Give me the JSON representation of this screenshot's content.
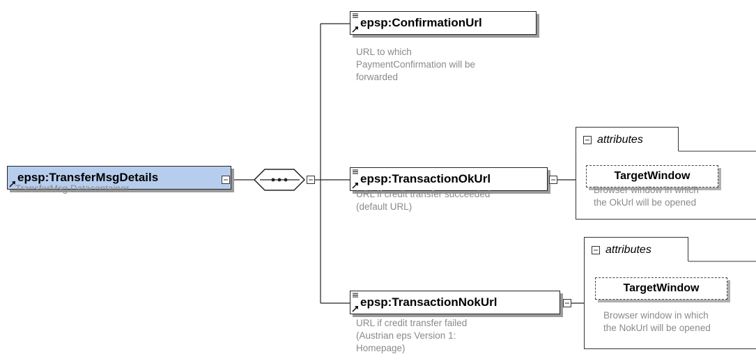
{
  "root": {
    "name": "epsp:TransferMsgDetails",
    "description": "TransferMsg Datacontainer"
  },
  "children": [
    {
      "name": "epsp:ConfirmationUrl",
      "description_lines": [
        "URL to which",
        "PaymentConfirmation will be",
        "forwarded"
      ]
    },
    {
      "name": "epsp:TransactionOkUrl",
      "description_lines": [
        "URL if credit transfer succeeded",
        "(default URL)"
      ],
      "attributes": {
        "label": "attributes",
        "item": "TargetWindow",
        "description_lines": [
          "Browser window in which",
          "the OkUrl will be opened"
        ]
      }
    },
    {
      "name": "epsp:TransactionNokUrl",
      "description_lines": [
        "URL if credit transfer failed",
        "(Austrian eps Version 1:",
        "Homepage)"
      ],
      "attributes": {
        "label": "attributes",
        "item": "TargetWindow",
        "description_lines": [
          "Browser window in which",
          "the NokUrl will be opened"
        ]
      }
    }
  ],
  "colors": {
    "root_fill": "#b7cdee",
    "description_text": "#8a8a8a",
    "border": "#222222",
    "shadow": "#9a9a9a"
  },
  "icons": {
    "reference": "ref-arrow-icon",
    "collapse": "collapse-icon",
    "sequence": "sequence-compositor-icon",
    "element_doc": "element-doc-lines-icon"
  }
}
